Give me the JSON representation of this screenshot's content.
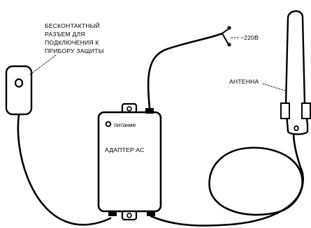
{
  "labels": {
    "connector_line1": "БЕСКОНТАКТНЫЙ",
    "connector_line2": "РАЗЪЕМ ДЛЯ",
    "connector_line3": "ПОДКЛЮЧЕНИЯ К",
    "connector_line4": "ПРИБОРУ ЗАЩИТЫ",
    "mains": "~220В",
    "antenna": "АНТЕННА",
    "power": "питание",
    "adapter": "АДАПТЕР АС"
  },
  "colors": {
    "ink": "#000000",
    "paper": "#ffffff"
  }
}
